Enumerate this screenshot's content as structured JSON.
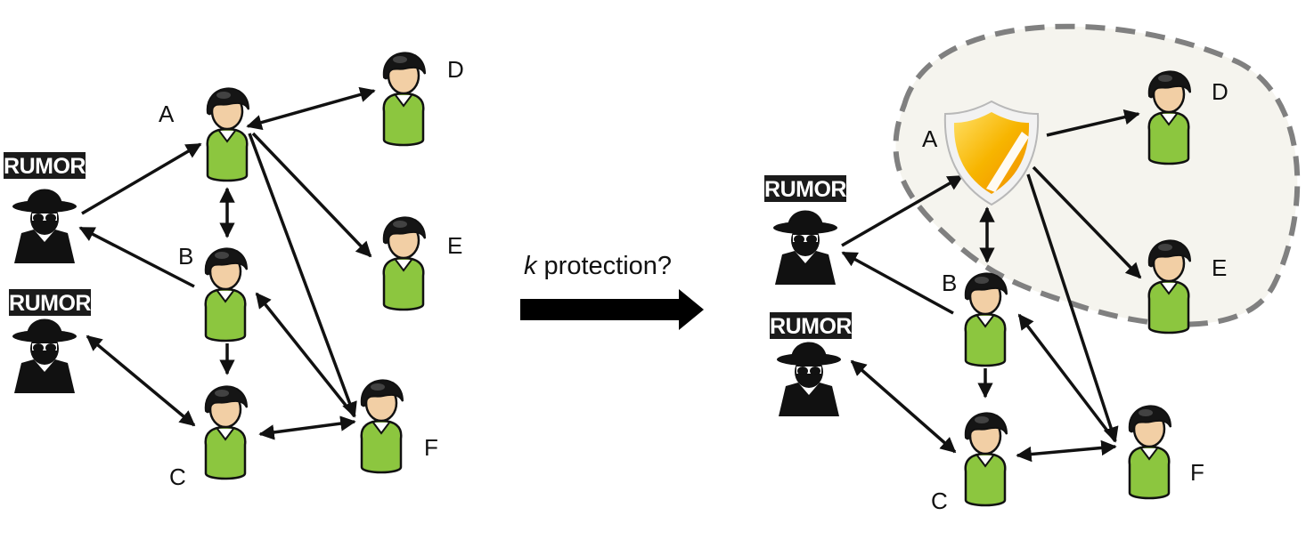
{
  "left_graph": {
    "nodes": [
      "A",
      "B",
      "C",
      "D",
      "E",
      "F"
    ],
    "rumor_labels": [
      "RUMOR",
      "RUMOR"
    ]
  },
  "right_graph": {
    "nodes": [
      "A",
      "B",
      "C",
      "D",
      "E",
      "F"
    ],
    "rumor_labels": [
      "RUMOR",
      "RUMOR"
    ],
    "protected_node": "A",
    "protected_icon": "shield-icon"
  },
  "transition": {
    "k": "k",
    "label": " protection?"
  },
  "colors": {
    "person_body": "#8cc63f",
    "person_face": "#f2cfa5",
    "person_hair": "#111111",
    "shield": "#f7b500",
    "region_fill": "#f5f4ee",
    "region_stroke": "#808080"
  }
}
